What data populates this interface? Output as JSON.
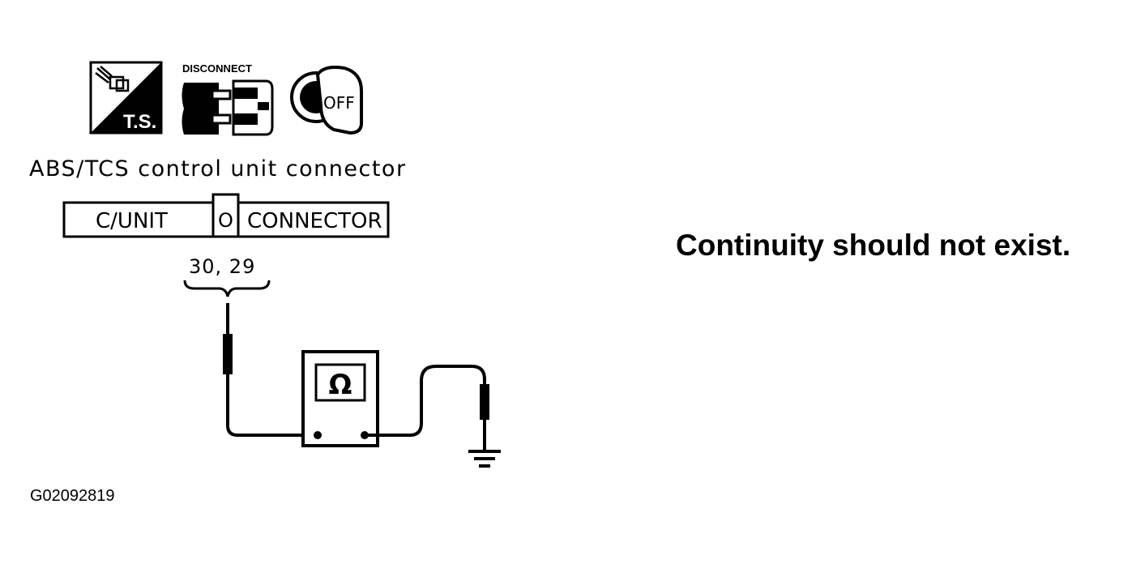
{
  "icons": {
    "test_symbol": "T.S.",
    "disconnect": "DISCONNECT",
    "ignition": "OFF"
  },
  "connector_title": "ABS/TCS control unit connector",
  "connector": {
    "left_label": "C/UNIT",
    "center_label": "O",
    "right_label": "CONNECTOR"
  },
  "terminals": "30, 29",
  "ohmmeter_symbol": "Ω",
  "result_text": "Continuity should not exist.",
  "figure_code": "G02092819",
  "colors": {
    "ink": "#000000",
    "paper": "#ffffff"
  }
}
